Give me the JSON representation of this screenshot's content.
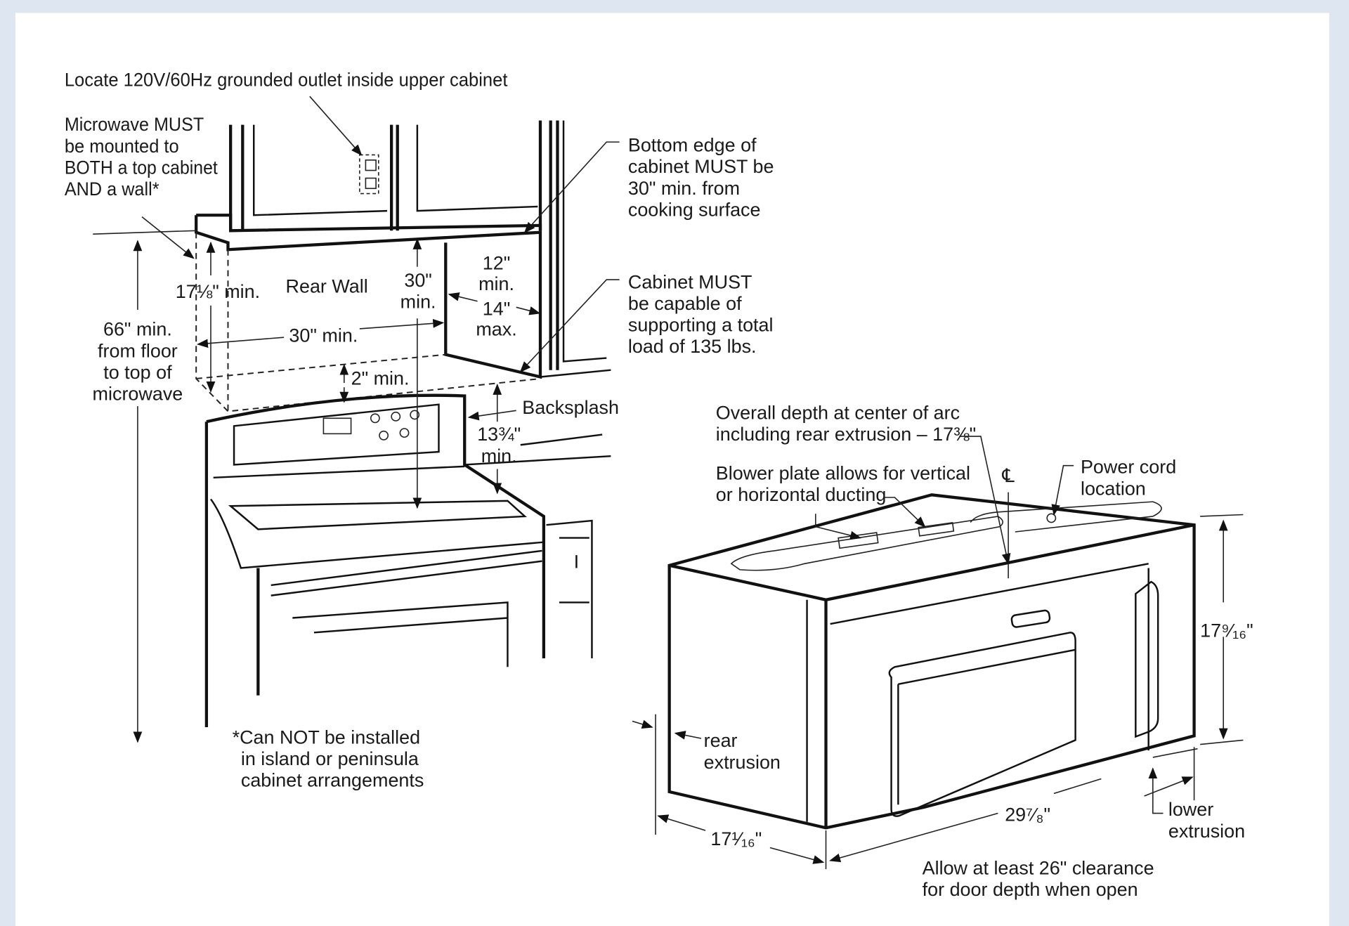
{
  "installation_diagram": {
    "outlet_note": "Locate 120V/60Hz grounded outlet inside upper cabinet",
    "mount_note": [
      "Microwave MUST",
      "be mounted to",
      "BOTH a top cabinet",
      "AND a wall*"
    ],
    "bottom_edge_note": [
      "Bottom edge of",
      "cabinet MUST be",
      "30\" min. from",
      "cooking surface"
    ],
    "cabinet_load_note": [
      "Cabinet MUST",
      "be capable of",
      "supporting a total",
      "load of 135 lbs."
    ],
    "height_min": "17⅛\" min.",
    "rear_wall": "Rear Wall",
    "cooktop_clearance": [
      "30\"",
      "min."
    ],
    "cabinet_depth": [
      "12\"",
      "min.",
      "14\"",
      "max."
    ],
    "width_min": "30\" min.",
    "floor_note": [
      "66\" min.",
      "from floor",
      "to top of",
      "microwave"
    ],
    "gap_min": "2\" min.",
    "backsplash": "Backsplash",
    "backsplash_height": [
      "13¾\"",
      "min."
    ],
    "island_note": [
      "*Can NOT be installed",
      "in island or peninsula",
      "cabinet arrangements"
    ]
  },
  "microwave_dimensions": {
    "overall_depth_note": [
      "Overall depth at center of arc",
      "including rear extrusion – 17⅜\""
    ],
    "blower_note": [
      "Blower plate allows for vertical",
      "or horizontal ducting"
    ],
    "centerline": "℄",
    "power_cord_note": [
      "Power cord",
      "location"
    ],
    "height": "17⁹⁄₁₆\"",
    "rear_extrusion": [
      "rear",
      "extrusion"
    ],
    "width": "29⁷⁄₈\"",
    "lower_extrusion": [
      "lower",
      "extrusion"
    ],
    "depth": "17¹⁄₁₆\"",
    "clearance_note": [
      "Allow at least 26\" clearance",
      "for door depth when open"
    ]
  }
}
